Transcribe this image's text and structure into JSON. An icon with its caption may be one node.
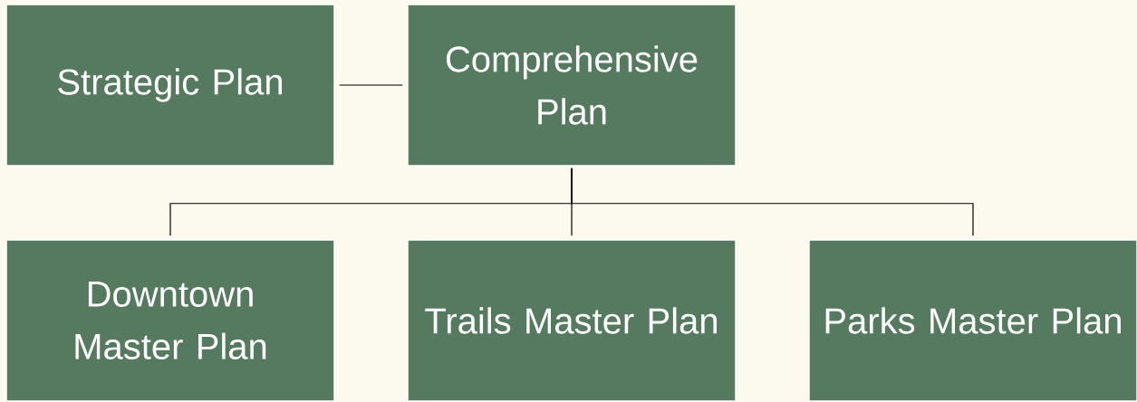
{
  "diagram": {
    "nodes": [
      {
        "text": [
          "Strategic Plan"
        ]
      },
      {
        "text": [
          "Comprehensive Plan"
        ]
      },
      {
        "text": [
          "Downtown Master Plan"
        ]
      },
      {
        "text": [
          "Trails Master Plan"
        ]
      },
      {
        "text": [
          "Parks Master Plan"
        ]
      }
    ],
    "edges": [
      {
        "from": 0,
        "to": 1,
        "arrow": "none"
      },
      {
        "from": 1,
        "to": 2,
        "arrow": "none"
      },
      {
        "from": 1,
        "to": 3,
        "arrow": "none"
      },
      {
        "from": 1,
        "to": 4,
        "arrow": "none"
      }
    ]
  }
}
